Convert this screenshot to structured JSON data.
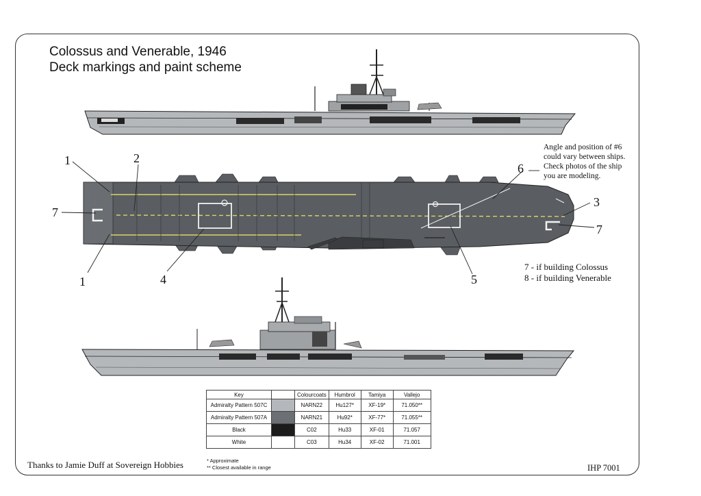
{
  "title": {
    "line1": "Colossus and Venerable, 1946",
    "line2": "Deck markings and paint scheme"
  },
  "note": {
    "lines": [
      "Angle and position of #6",
      "could vary between ships.",
      "Check photos of the ship",
      "you are modeling."
    ]
  },
  "callouts": [
    "1",
    "2",
    "1",
    "4",
    "7",
    "6",
    "3",
    "7",
    "5"
  ],
  "legend": {
    "colossus": "7 - if building Colossus",
    "venerable": "8 - if building Venerable"
  },
  "key_table": {
    "headers": [
      "Key",
      "",
      "Colourcoats",
      "Humbrol",
      "Tamiya",
      "Vallejo"
    ],
    "rows": [
      {
        "name": "Admiralty Pattern 507C",
        "swatch": "#b5b8bb",
        "colourcoats": "NARN22",
        "humbrol": "Hu127*",
        "tamiya": "XF-19*",
        "vallejo": "71.050**"
      },
      {
        "name": "Admiralty Pattern 507A",
        "swatch": "#6c6f73",
        "colourcoats": "NARN21",
        "humbrol": "Hu92*",
        "tamiya": "XF-77*",
        "vallejo": "71.055**"
      },
      {
        "name": "Black",
        "swatch": "#1c1c1c",
        "colourcoats": "C02",
        "humbrol": "Hu33",
        "tamiya": "XF-01",
        "vallejo": "71.057"
      },
      {
        "name": "White",
        "swatch": "#ffffff",
        "colourcoats": "C03",
        "humbrol": "Hu34",
        "tamiya": "XF-02",
        "vallejo": "71.001"
      }
    ]
  },
  "footnotes": {
    "approx": "* Approximate",
    "closest": "** Closest available in range"
  },
  "thanks": "Thanks to Jamie Duff at Sovereign Hobbies",
  "code": "IHP 7001",
  "colors": {
    "deck": "#5a5d61",
    "hull_light": "#b5b8bb",
    "stripe": "#d9d56a",
    "white_marking": "#f2f2f2"
  }
}
